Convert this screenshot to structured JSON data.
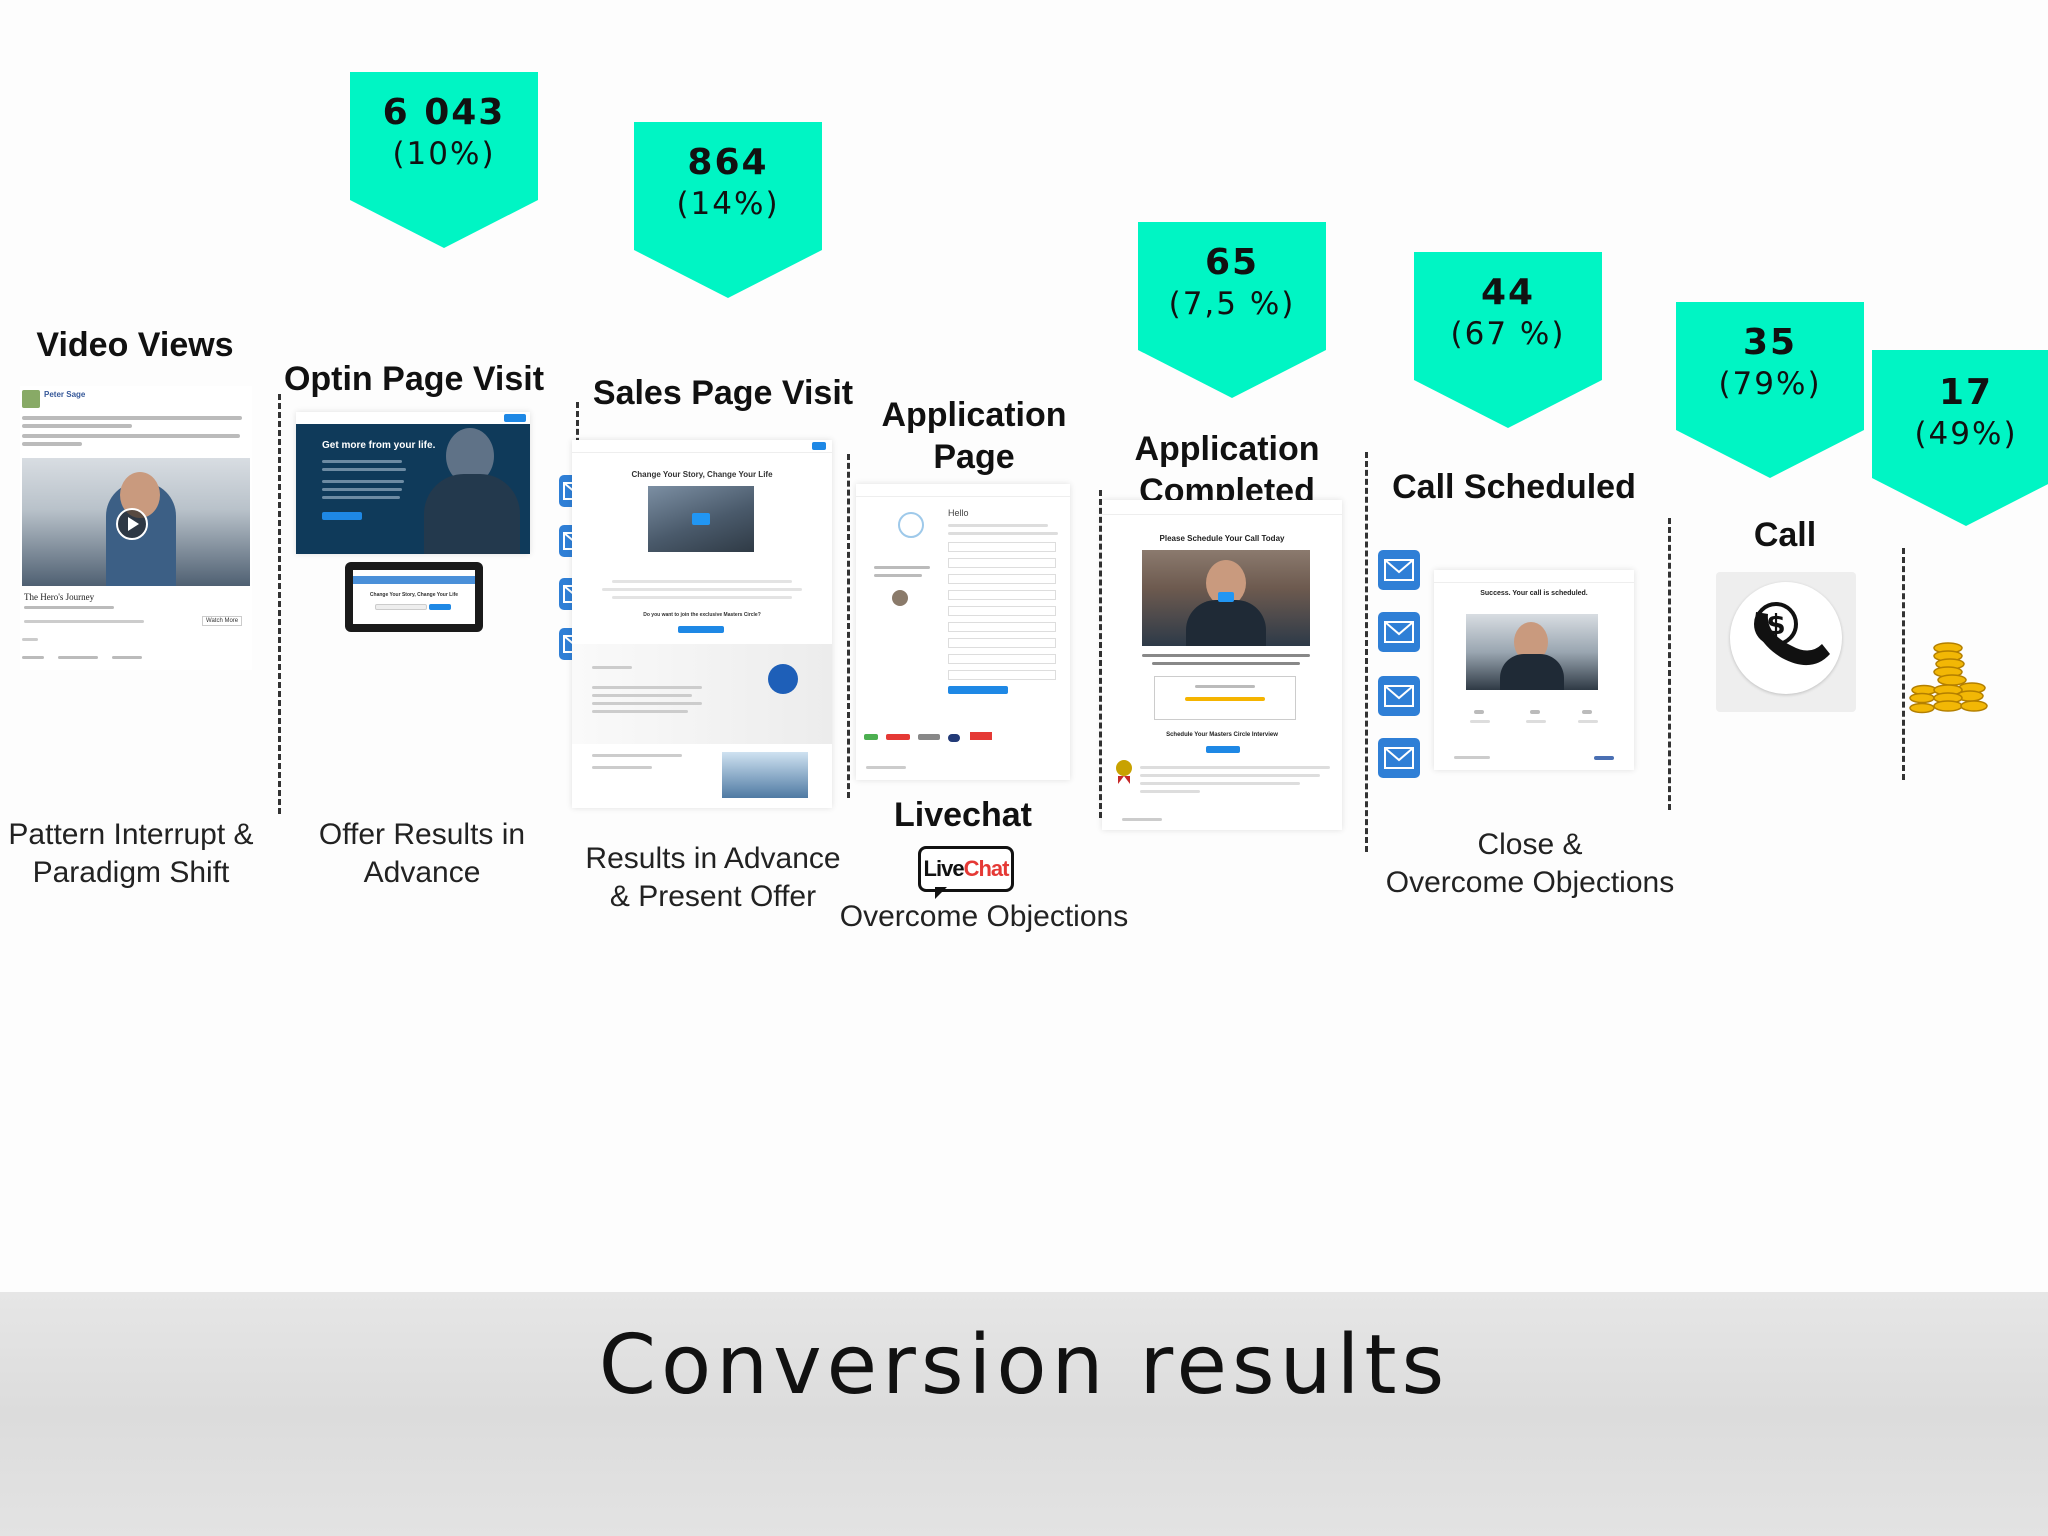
{
  "badges": [
    {
      "count": "6 043",
      "pct": "(10%)"
    },
    {
      "count": "864",
      "pct": "(14%)"
    },
    {
      "count": "65",
      "pct": "(7,5 %)"
    },
    {
      "count": "44",
      "pct": "(67 %)"
    },
    {
      "count": "35",
      "pct": "(79%)"
    },
    {
      "count": "17",
      "pct": "(49%)"
    }
  ],
  "stages": {
    "video_views": {
      "title": "Video Views",
      "desc_1": "Pattern Interrupt &",
      "desc_2": "Paradigm Shift"
    },
    "optin": {
      "title": "Optin Page Visit",
      "desc_1": "Offer Results in",
      "desc_2": "Advance"
    },
    "sales": {
      "title": "Sales Page Visit",
      "desc_1": "Results in Advance",
      "desc_2": "& Present Offer"
    },
    "application": {
      "title_1": "Application",
      "title_2": "Page",
      "livechat_title": "Livechat",
      "livechat_logo_a": "Live",
      "livechat_logo_b": "Chat",
      "desc": "Overcome Objections"
    },
    "completed": {
      "title_1": "Application",
      "title_2": "Completed"
    },
    "scheduled": {
      "title": "Call Scheduled",
      "desc_1": "Close &",
      "desc_2": "Overcome Objections"
    },
    "call": {
      "title": "Call"
    }
  },
  "screens": {
    "video_post": {
      "author": "Peter Sage",
      "caption": "The Hero's Journey",
      "watch": "Watch More"
    },
    "optin_page": {
      "headline": "Get more from your life."
    },
    "optin_tablet": {
      "headline": "Change Your Story, Change Your Life"
    },
    "sales_page": {
      "headline": "Change Your Story, Change Your Life",
      "question": "Do you want to join the exclusive Masters Circle?"
    },
    "application_page": {
      "greeting": "Hello"
    },
    "completed_page": {
      "headline": "Please Schedule Your Call Today",
      "sub": "Schedule Your Masters Circle Interview"
    },
    "scheduled_page": {
      "headline": "Success. Your call is scheduled."
    }
  },
  "footer": {
    "title": "Conversion results"
  },
  "colors": {
    "accent": "#00f5c4",
    "email_icon": "#2f7fd6",
    "livechat_red": "#e53935"
  }
}
